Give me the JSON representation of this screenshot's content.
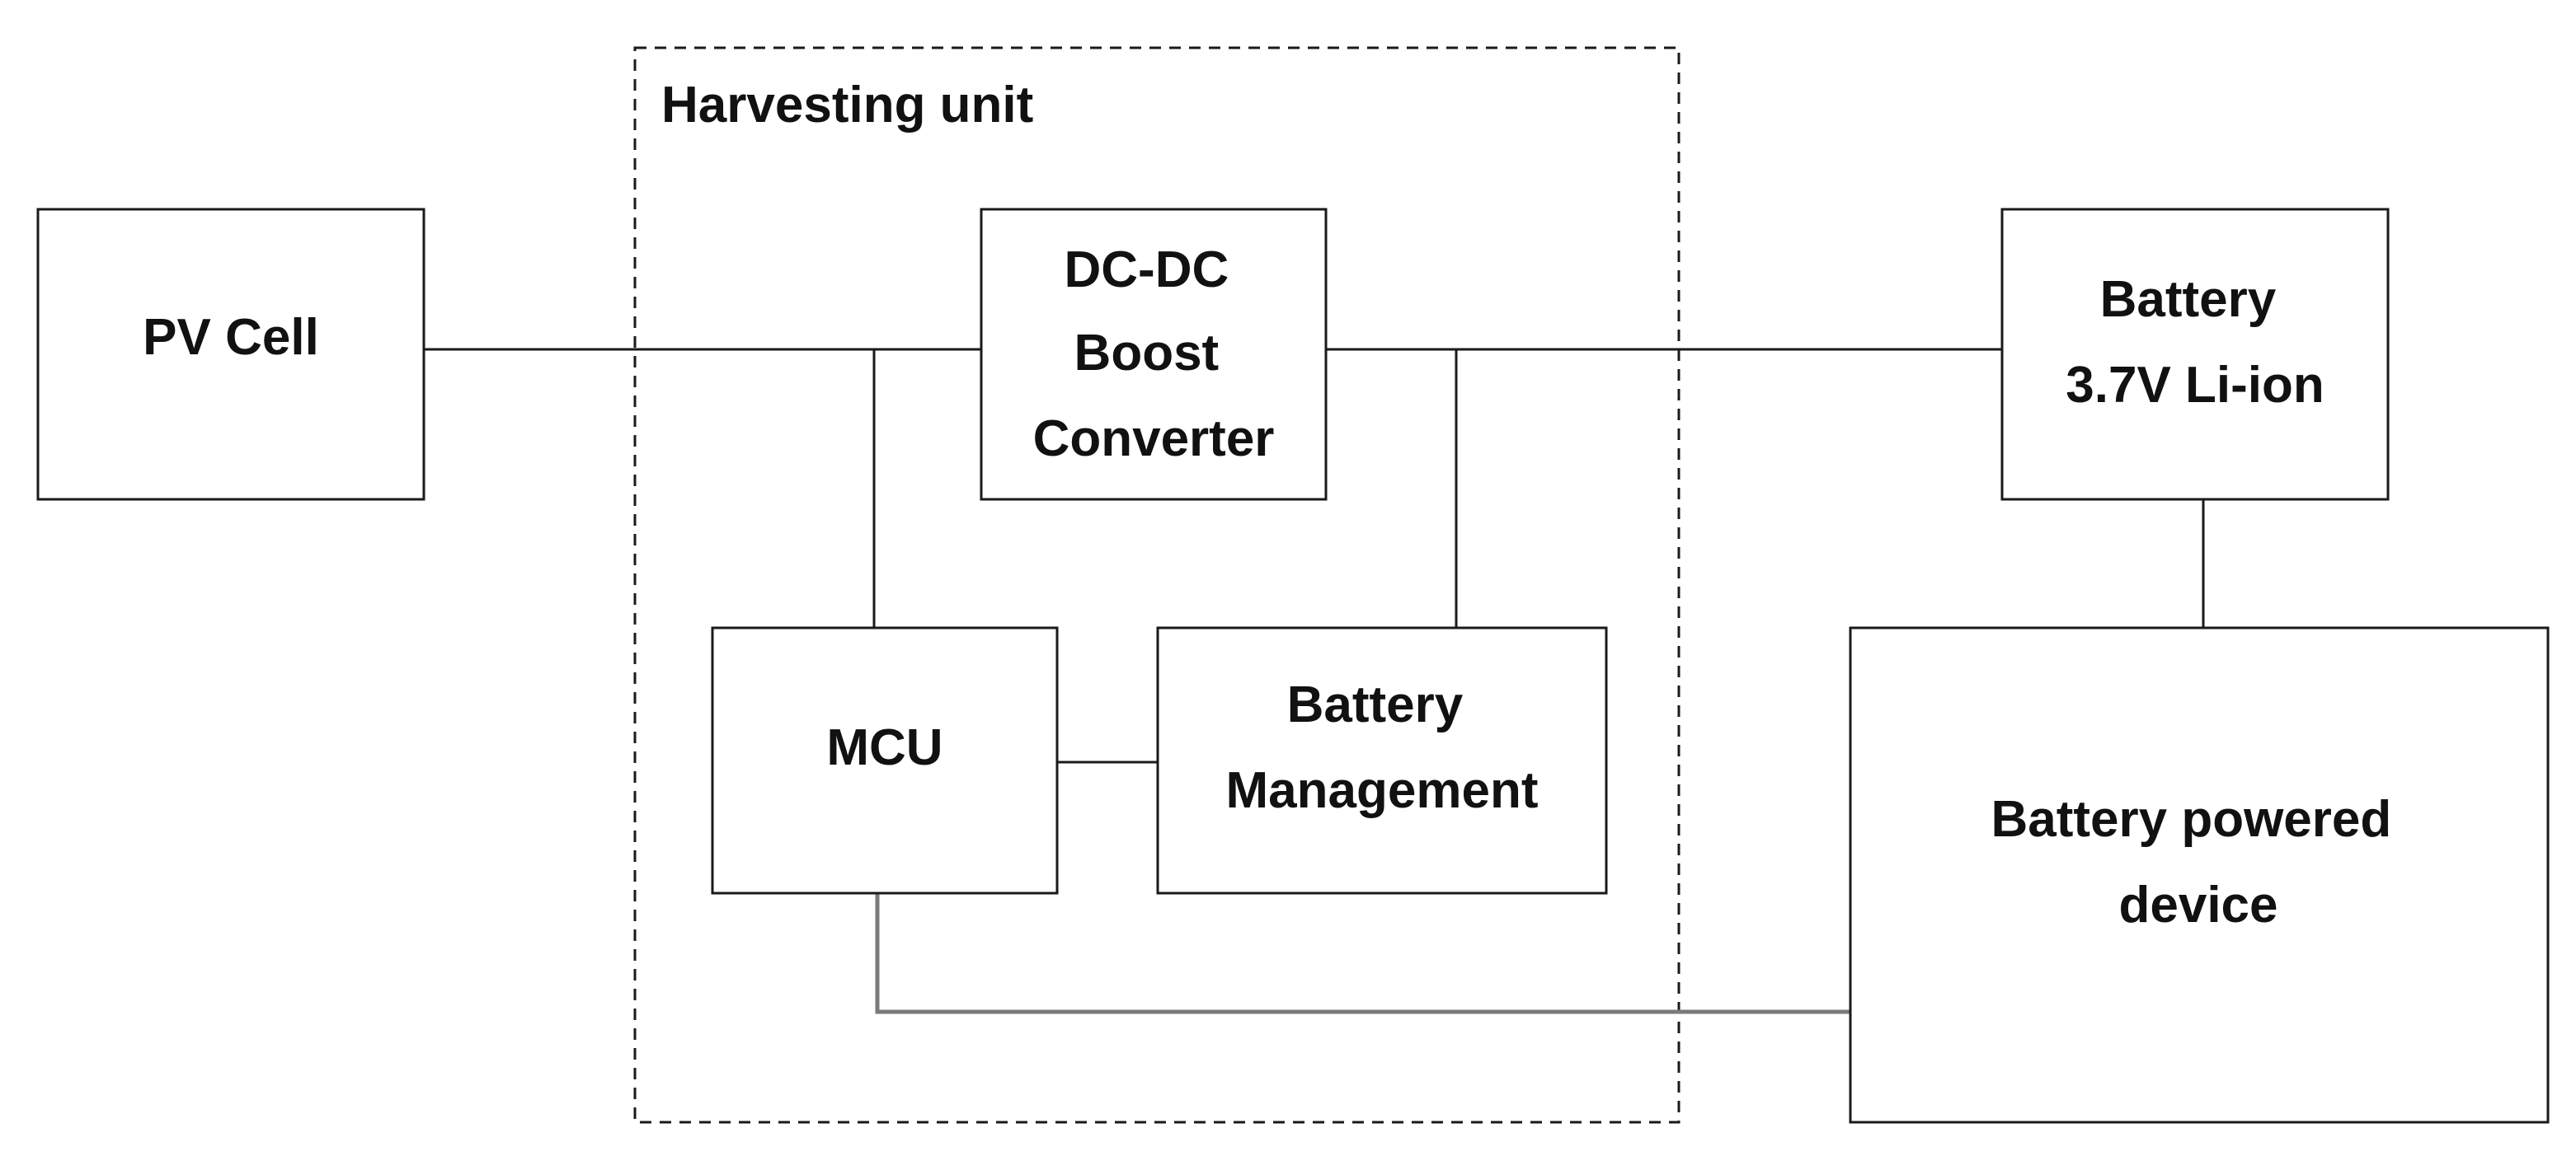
{
  "diagram": {
    "group": {
      "title": "Harvesting unit"
    },
    "blocks": {
      "pv_cell": {
        "lines": [
          "PV Cell"
        ]
      },
      "dc_dc": {
        "lines": [
          "DC-DC",
          "Boost",
          "Converter"
        ]
      },
      "mcu": {
        "lines": [
          "MCU"
        ]
      },
      "battery_mgmt": {
        "lines": [
          "Battery",
          "Management"
        ]
      },
      "battery": {
        "lines": [
          "Battery",
          "3.7V Li-ion"
        ]
      },
      "device": {
        "lines": [
          "Battery powered",
          "device"
        ]
      }
    },
    "connections": [
      {
        "from": "PV Cell",
        "to": "DC-DC Boost Converter"
      },
      {
        "from": "PV Cell",
        "to": "MCU"
      },
      {
        "from": "DC-DC Boost Converter",
        "to": "Battery"
      },
      {
        "from": "DC-DC Boost Converter",
        "to": "Battery Management"
      },
      {
        "from": "MCU",
        "to": "Battery Management"
      },
      {
        "from": "Battery",
        "to": "Battery powered device"
      },
      {
        "from": "MCU",
        "to": "Battery powered device"
      }
    ]
  }
}
